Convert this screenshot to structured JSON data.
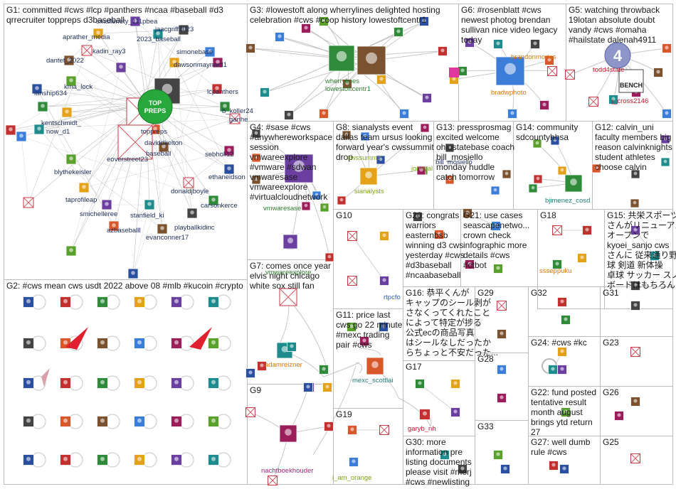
{
  "graph_title": "",
  "colors": {
    "boxBorder": "#bdbdbd",
    "edge": "#b5b5b5",
    "groupTitle": "#1a1a1a",
    "label_navy": "#1d2c5c",
    "label_green": "#2f7d2f",
    "label_orange": "#d9770a",
    "label_red": "#c0182c",
    "label_magenta": "#9c2a78",
    "label_teal": "#217d78",
    "label_blue": "#2c5fae",
    "label_lime": "#7fa31a"
  },
  "groups": [
    {
      "id": "G1",
      "title_lines": [
        "G1: committed #cws #lcp #panthers #ncaa #baseball #d3",
        "qrrecruiter toppreps d3baseball"
      ]
    },
    {
      "id": "G2",
      "title_lines": [
        "G2: #cws mean cws usdt 2022 above 08 #mlb #kucoin #crypto"
      ]
    },
    {
      "id": "G3",
      "title_lines": [
        "G3: #lowestoft along wherrylines delighted hosting",
        "celebration #cws #coop history lowestoftcentr1"
      ]
    },
    {
      "id": "G4",
      "title_lines": [
        "G4: #sase #cws",
        "#anywhereworkspace",
        "session",
        "vmwareexplore",
        "#vmware #sdwan",
        "vmwaresase",
        "vmwareexplore",
        "#virtualcloudnetwork"
      ]
    },
    {
      "id": "G5",
      "title_lines": [
        "G5: watching throwback",
        "19lotan absolute doubt",
        "vandy #cws #omaha",
        "#hailstate dalenah4911"
      ]
    },
    {
      "id": "G6",
      "title_lines": [
        "G6: #rosenblatt #cws",
        "newest photog brendan",
        "sullivan nice video legacy",
        "today"
      ]
    },
    {
      "id": "G7",
      "title_lines": [
        "G7: comes once year",
        "elvis night chicago",
        "white sox still fan"
      ]
    },
    {
      "id": "G8",
      "title_lines": [
        "G8: sianalysts event",
        "dallas team ursus looking",
        "forward year's cwssummit",
        "drop"
      ]
    },
    {
      "id": "G9",
      "title_lines": [
        "G9"
      ]
    },
    {
      "id": "G10",
      "title_lines": [
        "G10"
      ]
    },
    {
      "id": "G11",
      "title_lines": [
        "G11: price last",
        "cws go 22 minute",
        "#mexc trading",
        "pair #cws"
      ]
    },
    {
      "id": "G12",
      "title_lines": [
        "G12: calvin_uni",
        "faculty members big",
        "reason calvinknights",
        "student athletes",
        "choose calvin"
      ]
    },
    {
      "id": "G13",
      "title_lines": [
        "G13: pressprosmag",
        "excited welcome",
        "ohiostatebase coach",
        "bill_mosiello",
        "monday huddle",
        "catch tomorrow"
      ]
    },
    {
      "id": "G14",
      "title_lines": [
        "G14: community",
        "sdcountyhhsa"
      ]
    },
    {
      "id": "G15",
      "title_lines": [
        "G15: 共栄スポーツ",
        "さんがリニューアル",
        "オープンで",
        "kyoei_sanjo cws",
        "さんに 従来通り野",
        "球 剣道 新体操",
        "卓球 サッカー スノー",
        "ボードはもちろん ア..."
      ]
    },
    {
      "id": "G16",
      "title_lines": [
        "G16: 恭平くんが",
        "キャップのシール剥が",
        "さなくってくれたこと",
        "によって特定が捗る",
        "公式ecの商品写真",
        "はシールなしだったか",
        "らちょっと不安だった..."
      ]
    },
    {
      "id": "G17",
      "title_lines": [
        "G17"
      ]
    },
    {
      "id": "G18",
      "title_lines": [
        "G18"
      ]
    },
    {
      "id": "G19",
      "title_lines": [
        "G19"
      ]
    },
    {
      "id": "G20",
      "title_lines": [
        "G20: congrats",
        "warriors",
        "easternbsb",
        "winning d3 cws",
        "yesterday #cws",
        "#d3baseball",
        "#ncaabaseball"
      ]
    },
    {
      "id": "G21",
      "title_lines": [
        "G21: use cases",
        "seascapenetwo...",
        "crown check",
        "infographic more",
        "details #cws",
        "#ctbot"
      ]
    },
    {
      "id": "G22",
      "title_lines": [
        "G22: fund posted",
        "tentative result",
        "month august",
        "brings ytd return",
        "27"
      ]
    },
    {
      "id": "G23",
      "title_lines": [
        "G23"
      ]
    },
    {
      "id": "G24",
      "title_lines": [
        "G24: #cws #kc"
      ]
    },
    {
      "id": "G25",
      "title_lines": [
        "G25"
      ]
    },
    {
      "id": "G26",
      "title_lines": [
        "G26"
      ]
    },
    {
      "id": "G27",
      "title_lines": [
        "G27: well dumb",
        "rule #cws"
      ]
    },
    {
      "id": "G28",
      "title_lines": [
        "G28"
      ]
    },
    {
      "id": "G29",
      "title_lines": [
        "G29"
      ]
    },
    {
      "id": "G30",
      "title_lines": [
        "G30: more",
        "information pre",
        "listing documents",
        "please visit #merj",
        "#cws #newlisting"
      ]
    },
    {
      "id": "G31",
      "title_lines": [
        "G31"
      ]
    },
    {
      "id": "G32",
      "title_lines": [
        "G32"
      ]
    },
    {
      "id": "G33",
      "title_lines": [
        "G33"
      ]
    }
  ],
  "labels": [
    {
      "text": "aprather_media",
      "color": "navy"
    },
    {
      "text": "smalleriety_111pbea",
      "color": "navy"
    },
    {
      "text": "2023_baseball",
      "color": "navy"
    },
    {
      "text": "jaacgriff2023",
      "color": "navy"
    },
    {
      "text": "kadin_ray3",
      "color": "navy"
    },
    {
      "text": "dantet_2022",
      "color": "navy"
    },
    {
      "text": "simonebase",
      "color": "navy"
    },
    {
      "text": "dawsonmaynard1",
      "color": "navy"
    },
    {
      "text": "kma_lock",
      "color": "navy"
    },
    {
      "text": "ianship634",
      "color": "navy"
    },
    {
      "text": "lcpanthers",
      "color": "navy"
    },
    {
      "text": "b_koller24",
      "color": "navy"
    },
    {
      "text": "kentschmidt_",
      "color": "navy"
    },
    {
      "text": "ganhe",
      "color": "navy"
    },
    {
      "text": "now_d1",
      "color": "navy"
    },
    {
      "text": "toppreps",
      "color": "navy"
    },
    {
      "text": "daviddkelton",
      "color": "navy"
    },
    {
      "text": "baseball",
      "color": "navy"
    },
    {
      "text": "eoverstreet23",
      "color": "navy"
    },
    {
      "text": "sebholl12",
      "color": "navy"
    },
    {
      "text": "blythekeisler",
      "color": "navy"
    },
    {
      "text": "ethaneidson",
      "color": "navy"
    },
    {
      "text": "donaldjboyle",
      "color": "navy"
    },
    {
      "text": "carsonkerce",
      "color": "navy"
    },
    {
      "text": "taprofileap",
      "color": "navy"
    },
    {
      "text": "smichelleree",
      "color": "navy"
    },
    {
      "text": "stanfield_ki",
      "color": "navy"
    },
    {
      "text": "playballkidinc",
      "color": "navy"
    },
    {
      "text": "azbaseballl",
      "color": "navy"
    },
    {
      "text": "evanconner17",
      "color": "navy"
    },
    {
      "text": "wherrylines",
      "color": "green"
    },
    {
      "text": "lowestoftcentr1",
      "color": "green"
    },
    {
      "text": "vmwaresase",
      "color": "green"
    },
    {
      "text": "vmwareexplore",
      "color": "green"
    },
    {
      "text": "brandonmortss",
      "color": "orange"
    },
    {
      "text": "bradwphoto",
      "color": "orange"
    },
    {
      "text": "todd4state",
      "color": "red"
    },
    {
      "text": "j_cross2146",
      "color": "red"
    },
    {
      "text": "adamreizner",
      "color": "orange"
    },
    {
      "text": "sianalysts",
      "color": "lime"
    },
    {
      "text": "cwssummit",
      "color": "lime"
    },
    {
      "text": "jonnyal",
      "color": "lime"
    },
    {
      "text": "bill_mosiello",
      "color": "navy"
    },
    {
      "text": "bjimenez_cosd",
      "color": "teal"
    },
    {
      "text": "nachtboekhouder",
      "color": "magenta"
    },
    {
      "text": "rtpcfo",
      "color": "blue"
    },
    {
      "text": "mexc_scottlai",
      "color": "teal"
    },
    {
      "text": "garyb_nh",
      "color": "red"
    },
    {
      "text": "i_am_orange",
      "color": "lime"
    },
    {
      "text": "sssеppuku",
      "color": "orange"
    }
  ]
}
